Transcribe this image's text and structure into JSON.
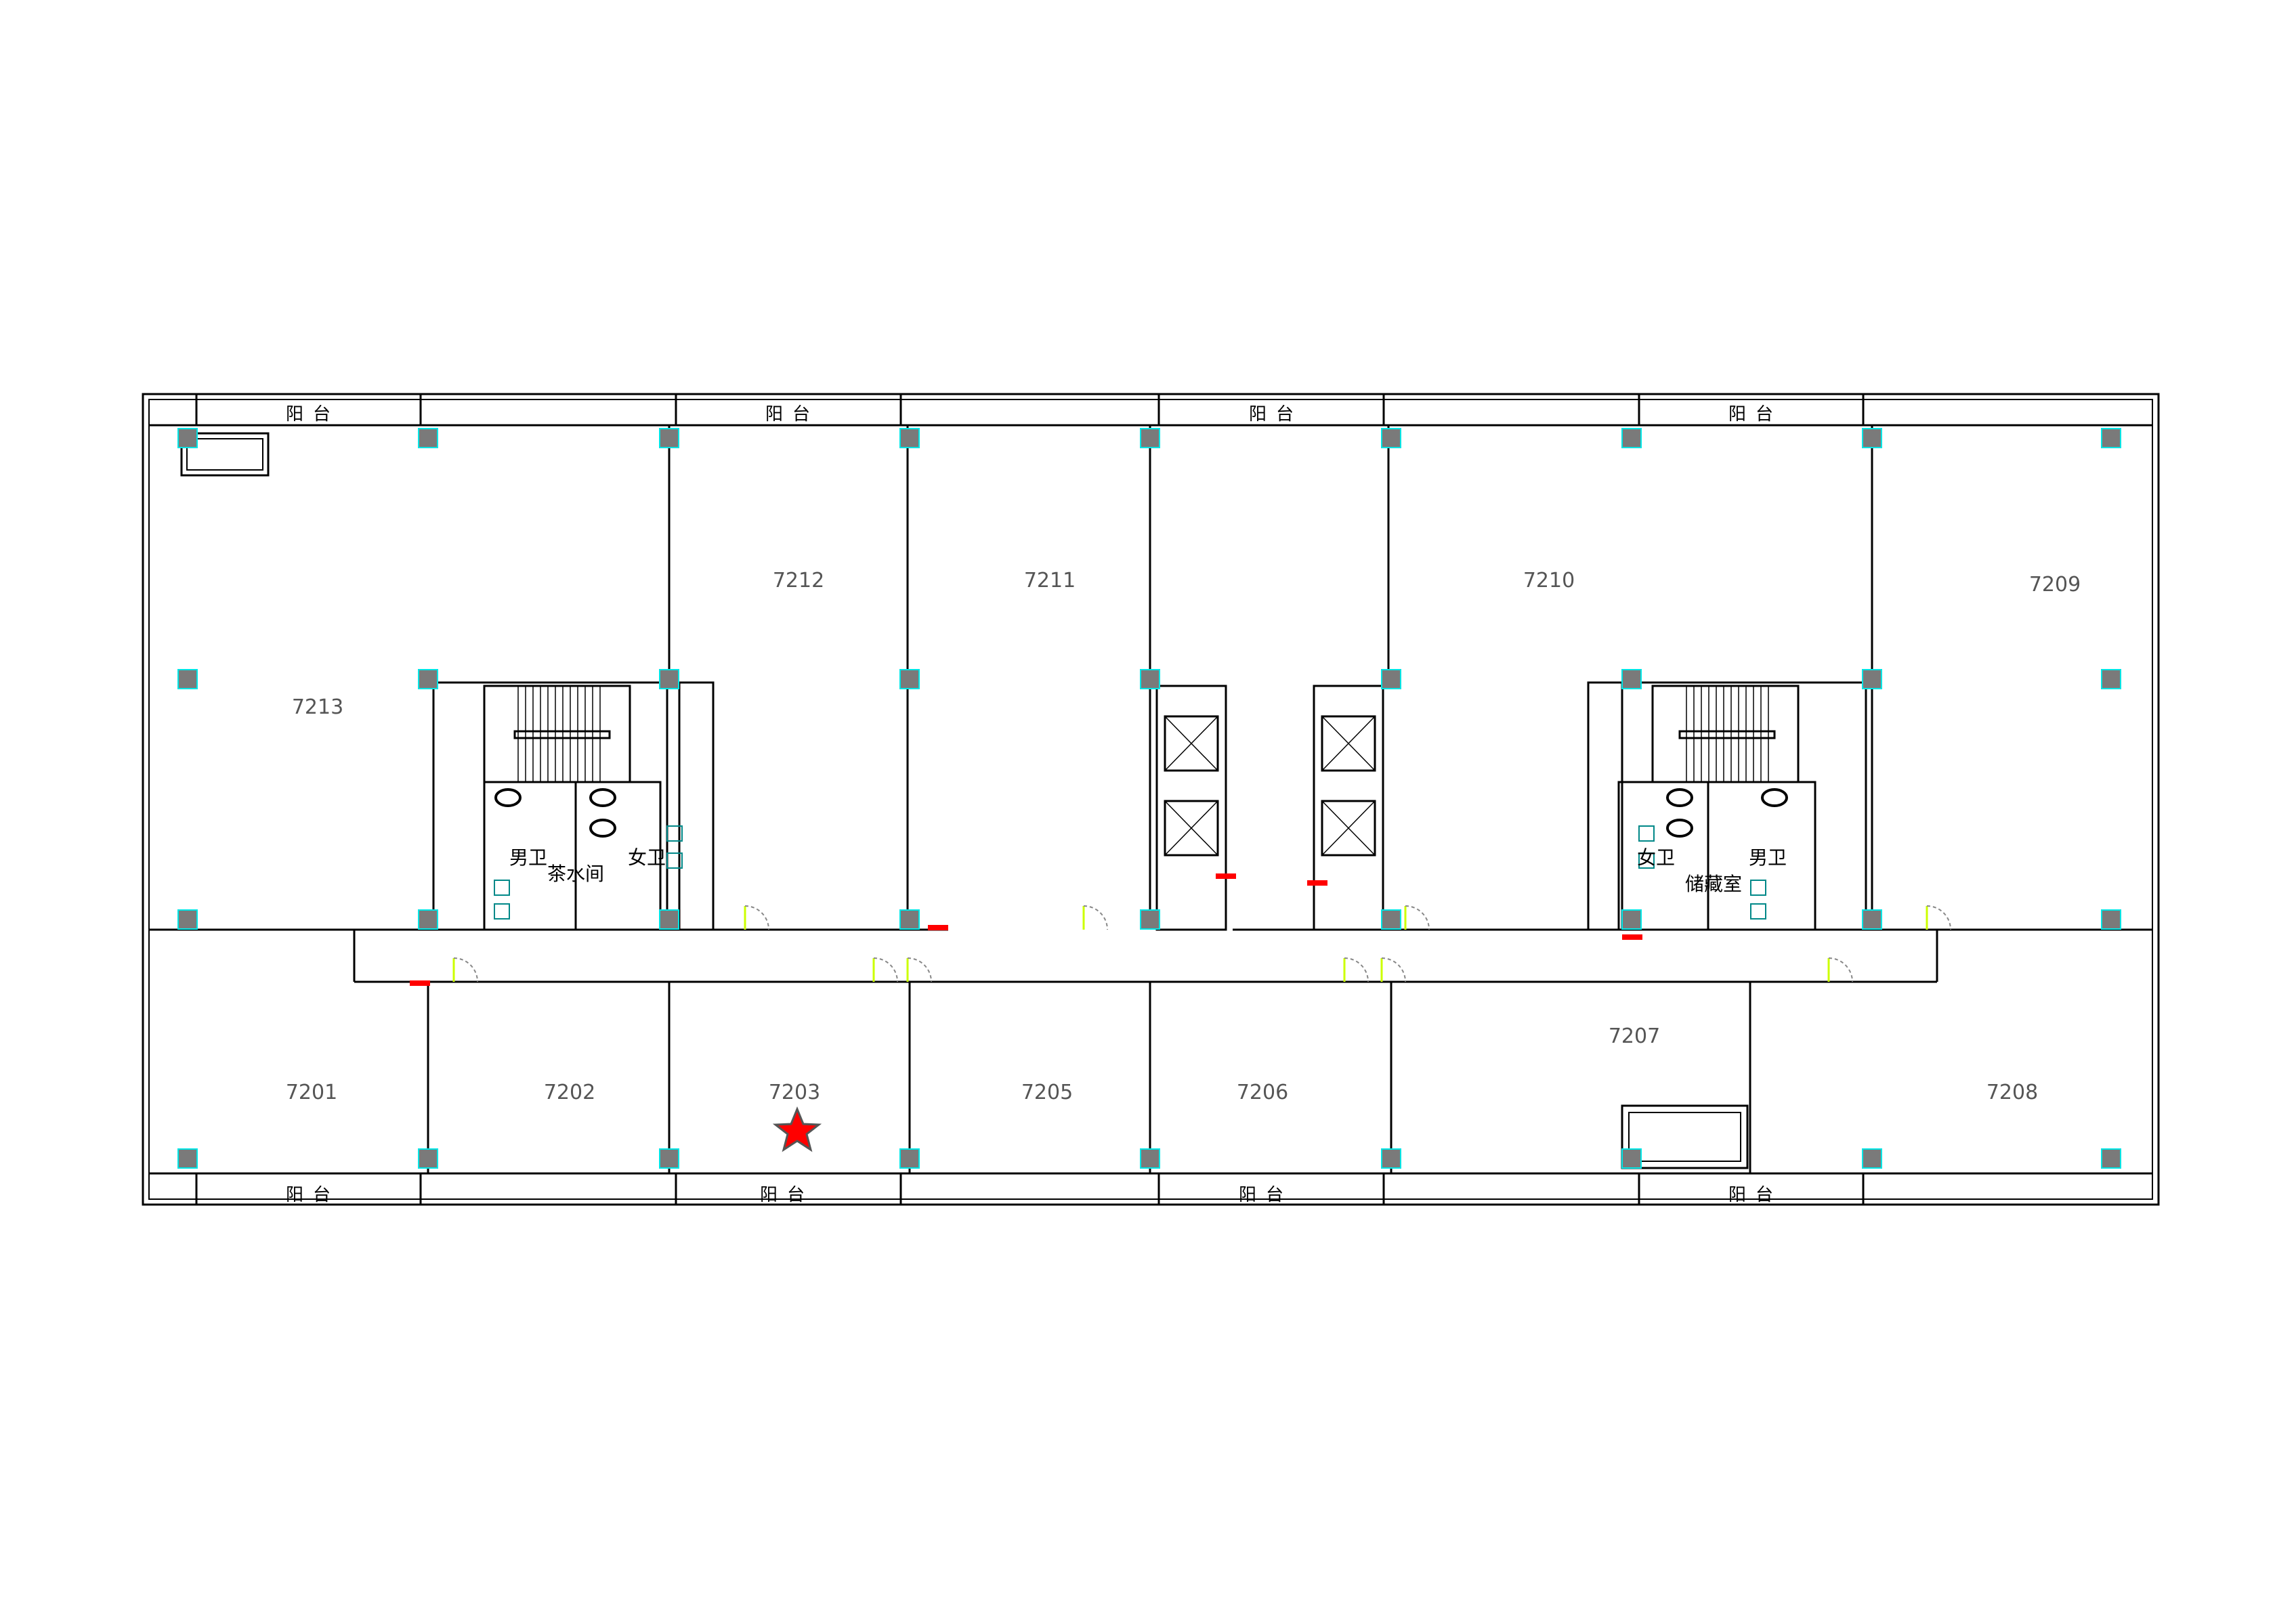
{
  "plan": {
    "rooms": [
      {
        "id": "7213",
        "label": "7213"
      },
      {
        "id": "7212",
        "label": "7212"
      },
      {
        "id": "7211",
        "label": "7211"
      },
      {
        "id": "7210",
        "label": "7210"
      },
      {
        "id": "7209",
        "label": "7209"
      },
      {
        "id": "7201",
        "label": "7201"
      },
      {
        "id": "7202",
        "label": "7202"
      },
      {
        "id": "7203",
        "label": "7203"
      },
      {
        "id": "7205",
        "label": "7205"
      },
      {
        "id": "7206",
        "label": "7206"
      },
      {
        "id": "7207",
        "label": "7207"
      },
      {
        "id": "7208",
        "label": "7208"
      }
    ],
    "balcony_label": "阳台",
    "facilities": {
      "mens_left": "男卫",
      "womens_left": "女卫",
      "tea_room": "茶水间",
      "womens_right": "女卫",
      "mens_right": "男卫",
      "storage": "储藏室"
    },
    "marker": {
      "room": "7203",
      "icon": "star-marker-icon",
      "color": "#ff0000"
    },
    "colors": {
      "column": "#7a7a7a",
      "column_edge": "#00e5e5",
      "door": "#ccff00",
      "fixture": "#f0a050",
      "plumbing": "#008888",
      "alarm": "#ff0000"
    }
  }
}
